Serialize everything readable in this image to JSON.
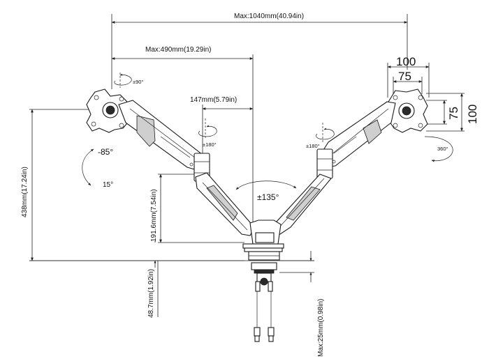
{
  "dimensions": {
    "max_total_width": "Max:1040mm(40.94in)",
    "max_arm_reach": "Max:490mm(19.29in)",
    "inner_offset": "147mm(5.79in)",
    "overall_height": "438mm(17.24in)",
    "arm_height": "191.6mm(7.54in)",
    "desk_clearance": "48.7mm(1.92in)",
    "max_desk_thickness": "Max:25mm(0.98in)"
  },
  "vesa": {
    "outer_width": "100",
    "inner_width": "75",
    "inner_height": "75",
    "outer_height": "100"
  },
  "rotations": {
    "tilt_up": "-85°",
    "tilt_down": "15°",
    "swivel_left": "±90°",
    "elbow_left": "±180°",
    "elbow_right": "±180°",
    "center_swivel": "±135°",
    "rotate_right": "360°"
  }
}
